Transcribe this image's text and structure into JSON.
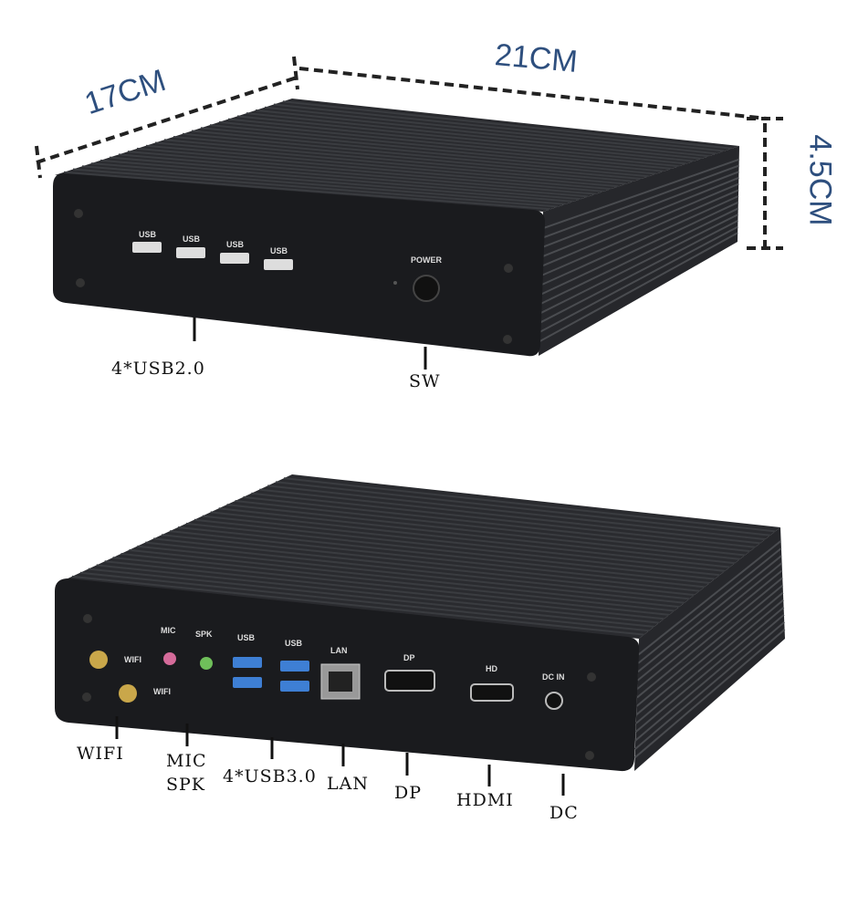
{
  "dimensions": {
    "depth": "17CM",
    "width": "21CM",
    "height": "4.5CM"
  },
  "front_panel": {
    "usb_ports": [
      "USB",
      "USB",
      "USB",
      "USB"
    ],
    "power": "POWER"
  },
  "front_callouts": {
    "usb": "4*USB2.0",
    "switch": "SW"
  },
  "rear_panel": {
    "wifi": [
      "WIFI",
      "WIFI"
    ],
    "mic": "MIC",
    "spk": "SPK",
    "usb": [
      "USB",
      "USB"
    ],
    "lan": "LAN",
    "dp": "DP",
    "hd": "HD",
    "dc_in": "DC IN"
  },
  "rear_callouts": {
    "wifi": "WIFI",
    "mic": "MIC",
    "spk": "SPK",
    "usb": "4*USB3.0",
    "lan": "LAN",
    "dp": "DP",
    "hdmi": "HDMI",
    "dc": "DC"
  },
  "colors": {
    "dimension_text": "#2e4f7e",
    "case": "#1c1d20",
    "fin": "#3a3c40"
  }
}
